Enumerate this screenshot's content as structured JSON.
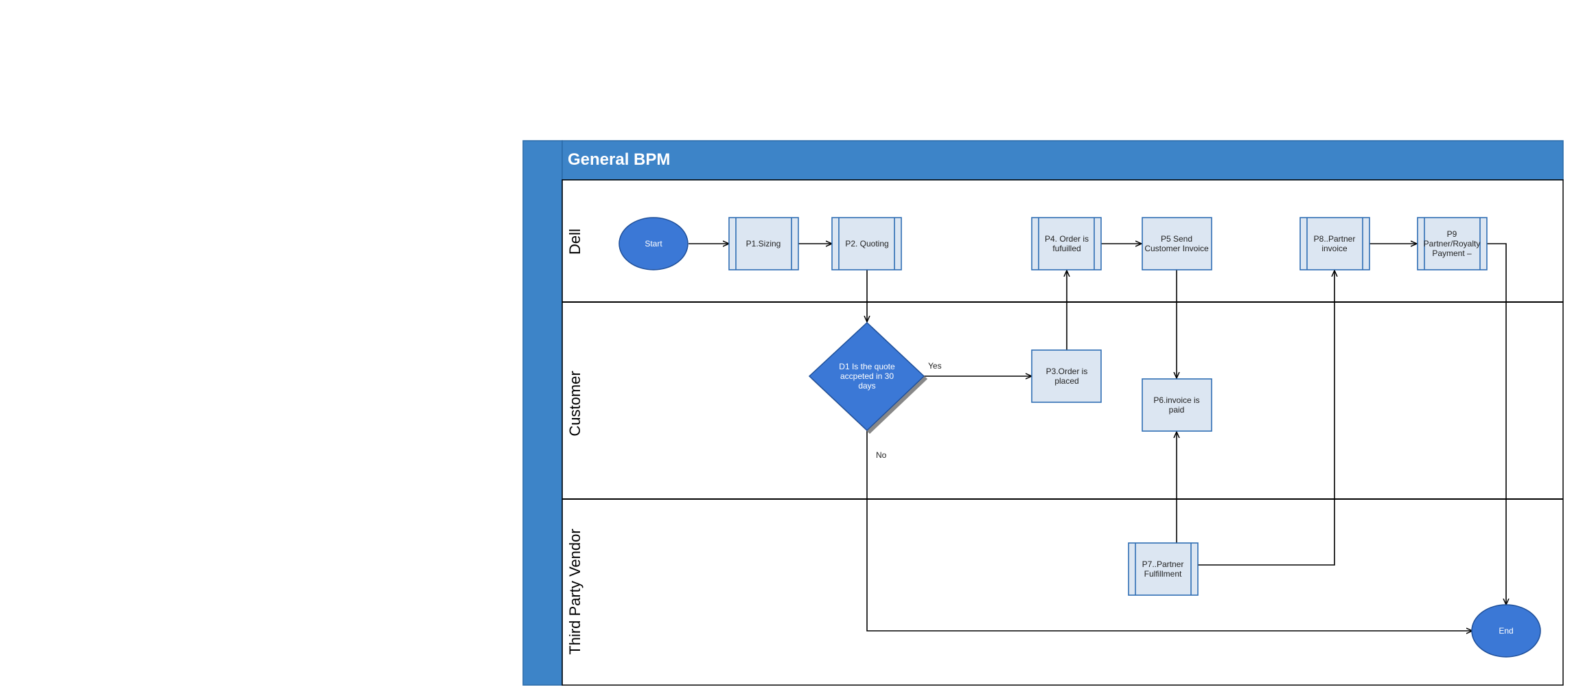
{
  "title": "General BPM",
  "lanes": [
    {
      "id": "dell",
      "label": "Dell"
    },
    {
      "id": "customer",
      "label": "Customer"
    },
    {
      "id": "vendor",
      "label": "Third Party Vendor"
    }
  ],
  "nodes": {
    "start": {
      "lines": [
        "Start"
      ]
    },
    "p1": {
      "lines": [
        "P1.Sizing"
      ]
    },
    "p2": {
      "lines": [
        "P2. Quoting"
      ]
    },
    "p4": {
      "lines": [
        "P4. Order is",
        "fufuilled"
      ]
    },
    "p5": {
      "lines": [
        "P5  Send",
        "Customer Invoice"
      ]
    },
    "p8": {
      "lines": [
        "P8..Partner",
        "invoice"
      ]
    },
    "p9": {
      "lines": [
        "P9",
        "Partner/Royalty",
        "Payment –"
      ]
    },
    "d1": {
      "lines": [
        "D1 Is the quote",
        "accpeted in 30",
        "days"
      ]
    },
    "p3": {
      "lines": [
        "P3.Order is",
        "placed"
      ]
    },
    "p6": {
      "lines": [
        "P6.invoice is",
        "paid"
      ]
    },
    "p7": {
      "lines": [
        "P7..Partner",
        "Fulfillment"
      ]
    },
    "end": {
      "lines": [
        "End"
      ]
    }
  },
  "edge_labels": {
    "yes": "Yes",
    "no": "No"
  },
  "colors": {
    "pool_blue": "#3d84c8",
    "pool_border": "#2a6aa8",
    "task_fill": "#dce6f2",
    "task_stroke": "#2e6db4",
    "event_fill": "#3b78d6",
    "event_stroke": "#1f4f99",
    "line": "#000000"
  }
}
